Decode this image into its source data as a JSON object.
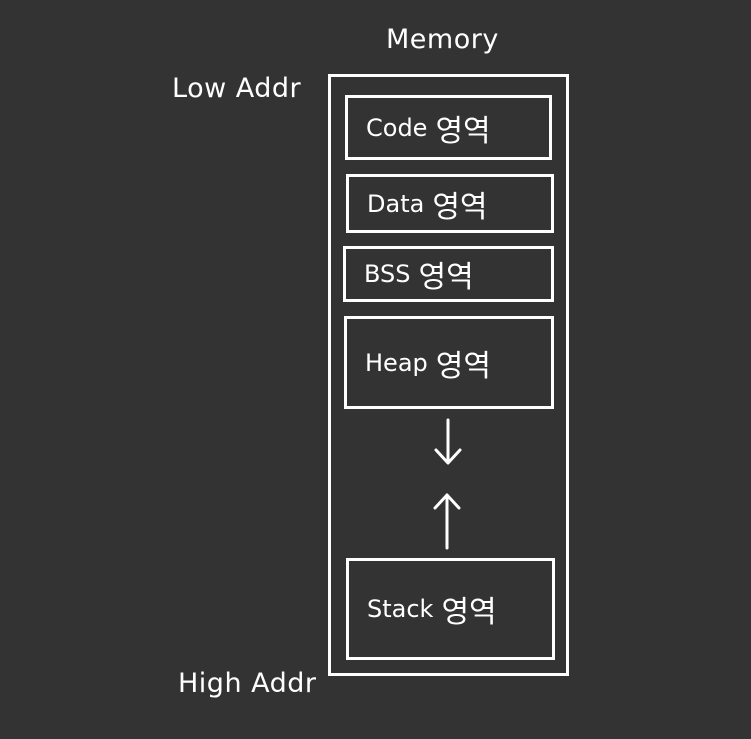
{
  "memory": {
    "title": "Memory",
    "low_label": "Low Addr",
    "high_label": "High Addr",
    "segments": [
      {
        "name": "Code",
        "suffix": "영역"
      },
      {
        "name": "Data",
        "suffix": "영역"
      },
      {
        "name": "BSS",
        "suffix": "영역"
      },
      {
        "name": "Heap",
        "suffix": "영역"
      },
      {
        "name": "Stack",
        "suffix": "영역"
      }
    ]
  },
  "colors": {
    "background": "#333333",
    "foreground": "#ffffff"
  }
}
